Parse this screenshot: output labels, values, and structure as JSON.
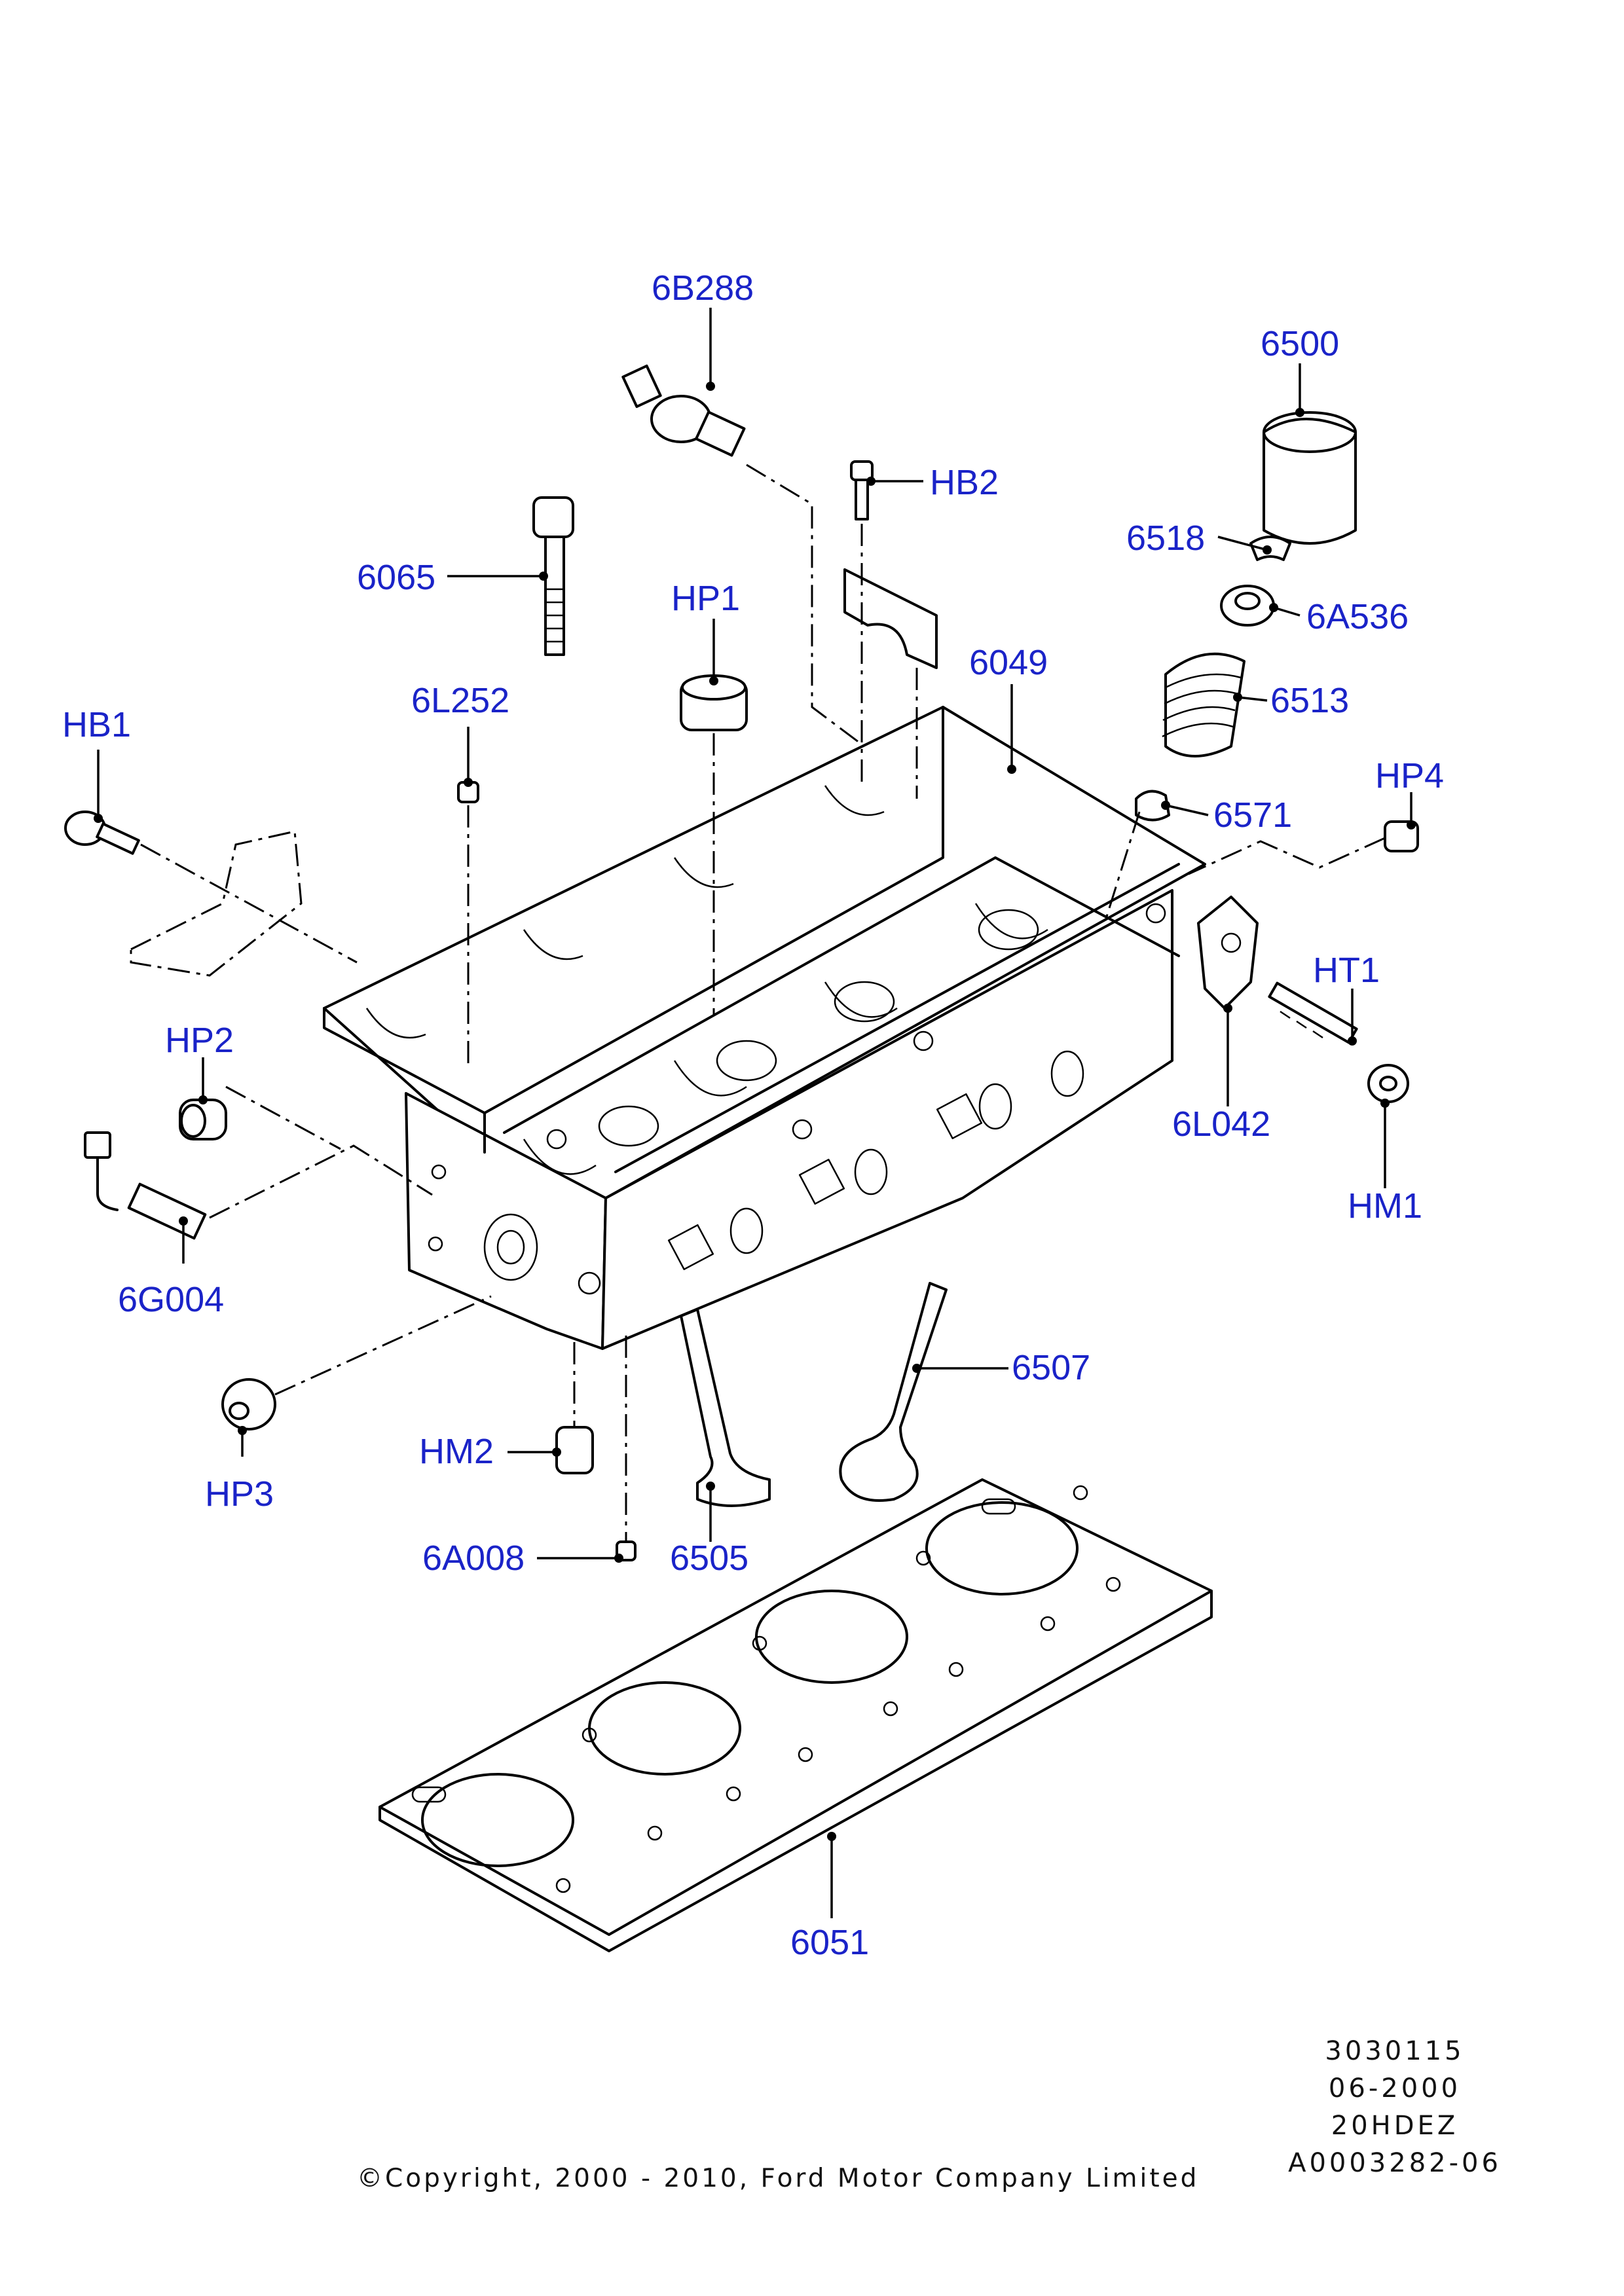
{
  "parts": {
    "p6B288": "6B288",
    "p6500": "6500",
    "pHB2": "HB2",
    "p6518": "6518",
    "p6065": "6065",
    "pHP1": "HP1",
    "p6A536": "6A536",
    "p6049": "6049",
    "p6513": "6513",
    "pHB1": "HB1",
    "p6L252": "6L252",
    "pHP4": "HP4",
    "p6571": "6571",
    "pHT1": "HT1",
    "pHP2": "HP2",
    "p6L042": "6L042",
    "pHM1": "HM1",
    "p6G004": "6G004",
    "p6507": "6507",
    "pHM2": "HM2",
    "pHP3": "HP3",
    "p6A008": "6A008",
    "p6505": "6505",
    "p6051": "6051"
  },
  "reference": {
    "line1": "3030115",
    "line2": "06-2000",
    "line3": "20HDEZ",
    "line4": "A0003282-06"
  },
  "copyright": "©Copyright, 2000 - 2010, Ford Motor Company Limited",
  "colors": {
    "label": "#1a23c8",
    "line": "#000000",
    "background": "#ffffff"
  }
}
